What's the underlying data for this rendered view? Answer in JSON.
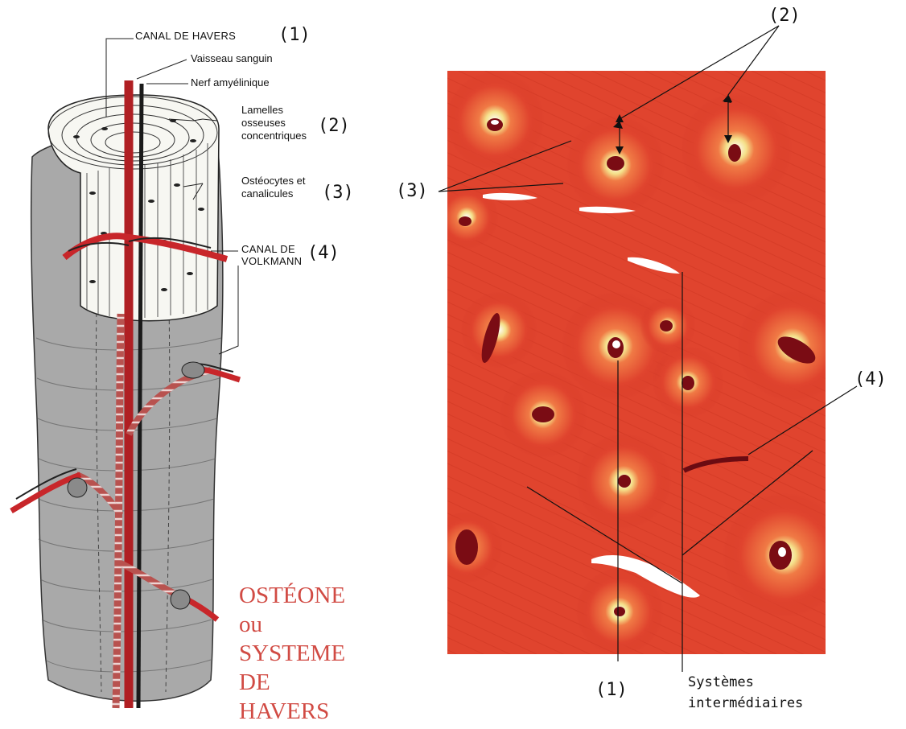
{
  "left_diagram": {
    "labels": {
      "canal_havers": "CANAL DE HAVERS",
      "canal_havers_num": "(1)",
      "vaisseau": "Vaisseau sanguin",
      "nerf": "Nerf amyélinique",
      "lamelles_1": "Lamelles",
      "lamelles_2": "osseuses",
      "lamelles_3": "concentriques",
      "lamelles_num": "(2)",
      "osteocytes_1": "Ostéocytes et",
      "osteocytes_2": "canalicules",
      "osteocytes_num": "(3)",
      "volkmann_1": "CANAL DE",
      "volkmann_2": "VOLKMANN",
      "volkmann_num": "(4)"
    },
    "title_lines": [
      "OSTÉONE",
      "ou",
      "SYSTEME",
      "DE",
      "HAVERS"
    ]
  },
  "right_micrograph": {
    "labels": {
      "num2": "(2)",
      "num3": "(3)",
      "num4": "(4)",
      "num1": "(1)",
      "systemes_1": "Systèmes",
      "systemes_2": "intermédiaires"
    }
  },
  "colors": {
    "title": "#d14b44",
    "bone_gray": "#a9a9a9",
    "vessel_red": "#c8262a",
    "tissue_red": "#e0442e",
    "tissue_dark": "#b81f1b"
  }
}
